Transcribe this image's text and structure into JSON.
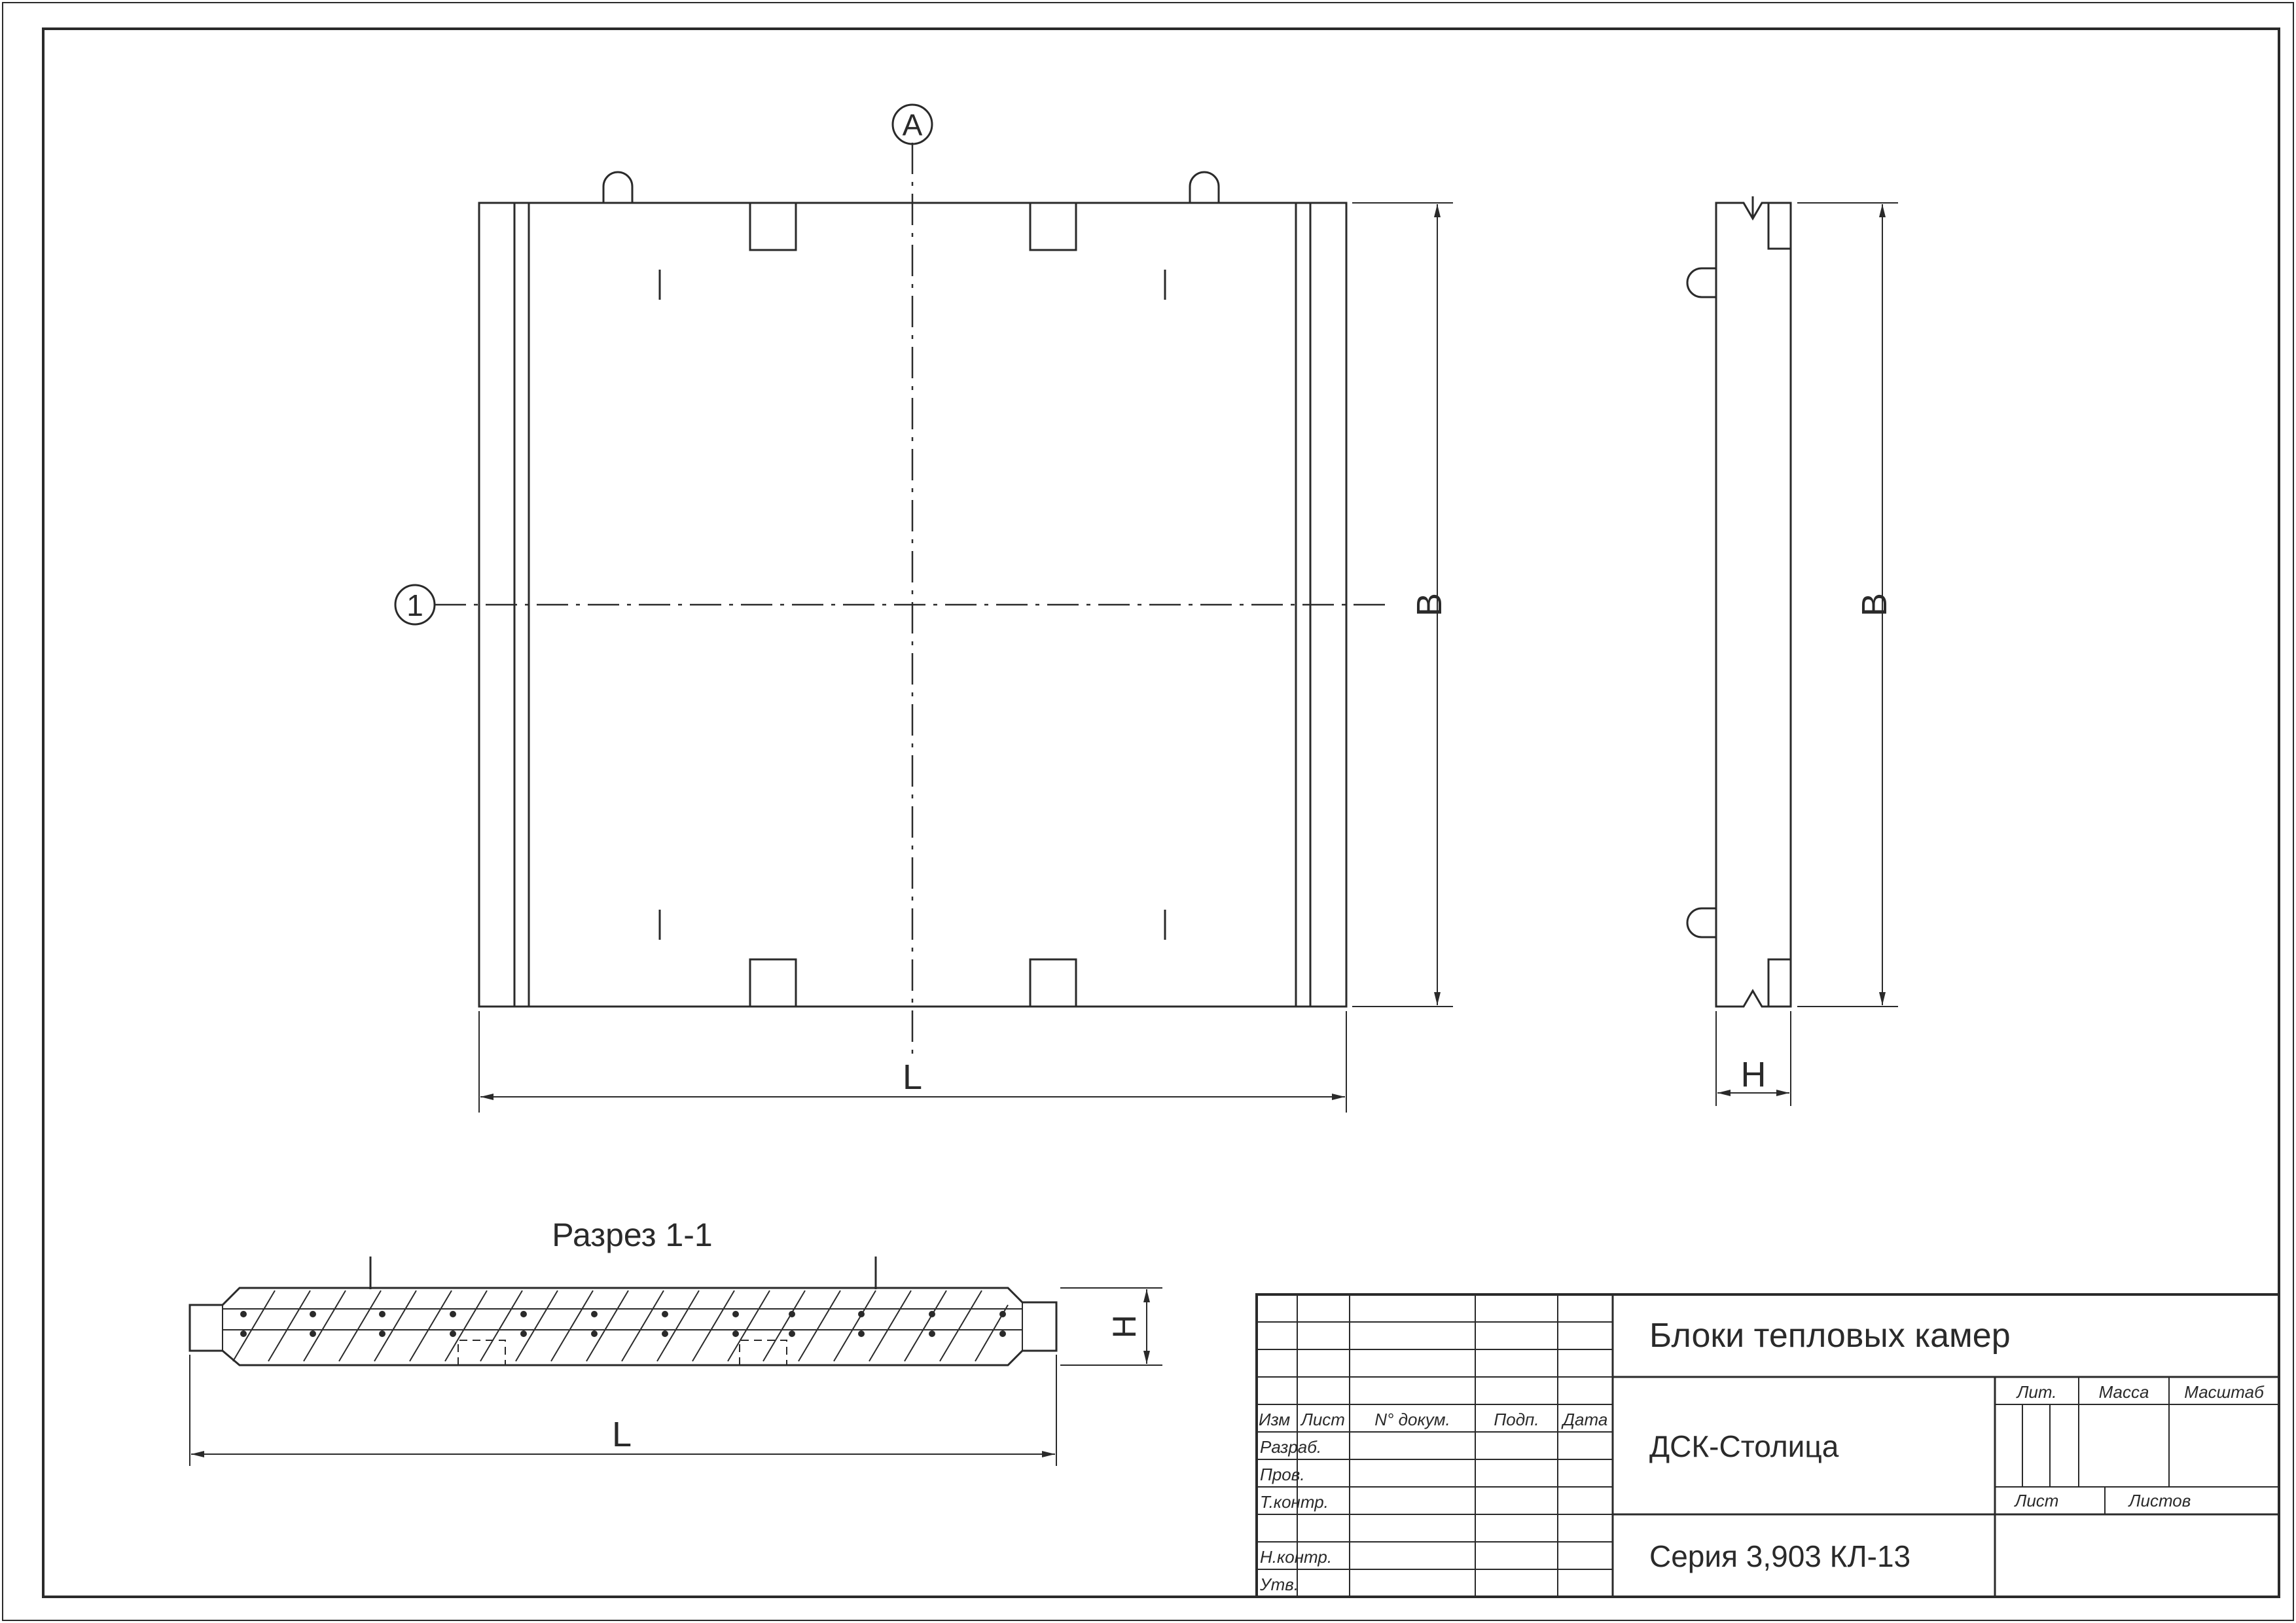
{
  "views": {
    "front": {
      "axis_vertical_label": "A",
      "axis_horizontal_label": "1",
      "dim_width": "L",
      "dim_height": "B"
    },
    "side": {
      "dim_height": "B",
      "dim_thickness": "H"
    },
    "section": {
      "title": "Разрез 1-1",
      "dim_length": "L",
      "dim_thickness": "H"
    }
  },
  "title_block": {
    "product_name": "Блоки тепловых камер",
    "organization": "ДСК-Столица",
    "series": "Серия 3,903 КЛ-13",
    "header_cols": [
      "Изм",
      "Лист",
      "N° докум.",
      "Подп.",
      "Дата"
    ],
    "roles": {
      "developed": "Разраб.",
      "checked": "Пров.",
      "tech_control": "Т.контр.",
      "norm_control": "Н.контр.",
      "approved": "Утв."
    },
    "stage_headers": {
      "lit": "Лит.",
      "mass": "Масса",
      "scale": "Масштаб"
    },
    "sheet_labels": {
      "sheet": "Лист",
      "sheets": "Листов"
    }
  }
}
